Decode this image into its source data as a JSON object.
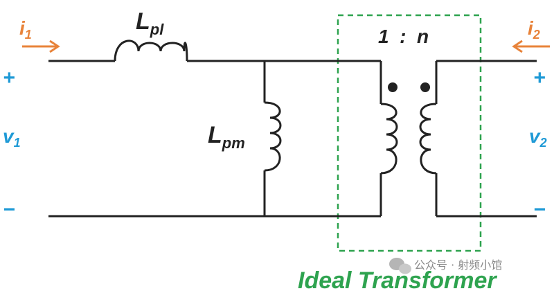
{
  "currents": {
    "i1": {
      "base": "i",
      "sub": "1"
    },
    "i2": {
      "base": "i",
      "sub": "2"
    }
  },
  "voltages": {
    "v1": {
      "base": "v",
      "sub": "1"
    },
    "v2": {
      "base": "v",
      "sub": "2"
    },
    "plus": "+",
    "minus": "−"
  },
  "components": {
    "leakage_inductor": {
      "base": "L",
      "sub": "pl"
    },
    "magnetizing_inductor": {
      "base": "L",
      "sub": "pm"
    },
    "turns_ratio": "1  :  n",
    "transformer_label": "Ideal Transformer"
  },
  "watermark": {
    "text": "公众号 · 射频小馆"
  },
  "colors": {
    "wire": "#222222",
    "current": "#e8833a",
    "voltage": "#1f9ad6",
    "transformer_box": "#2ea34f"
  }
}
